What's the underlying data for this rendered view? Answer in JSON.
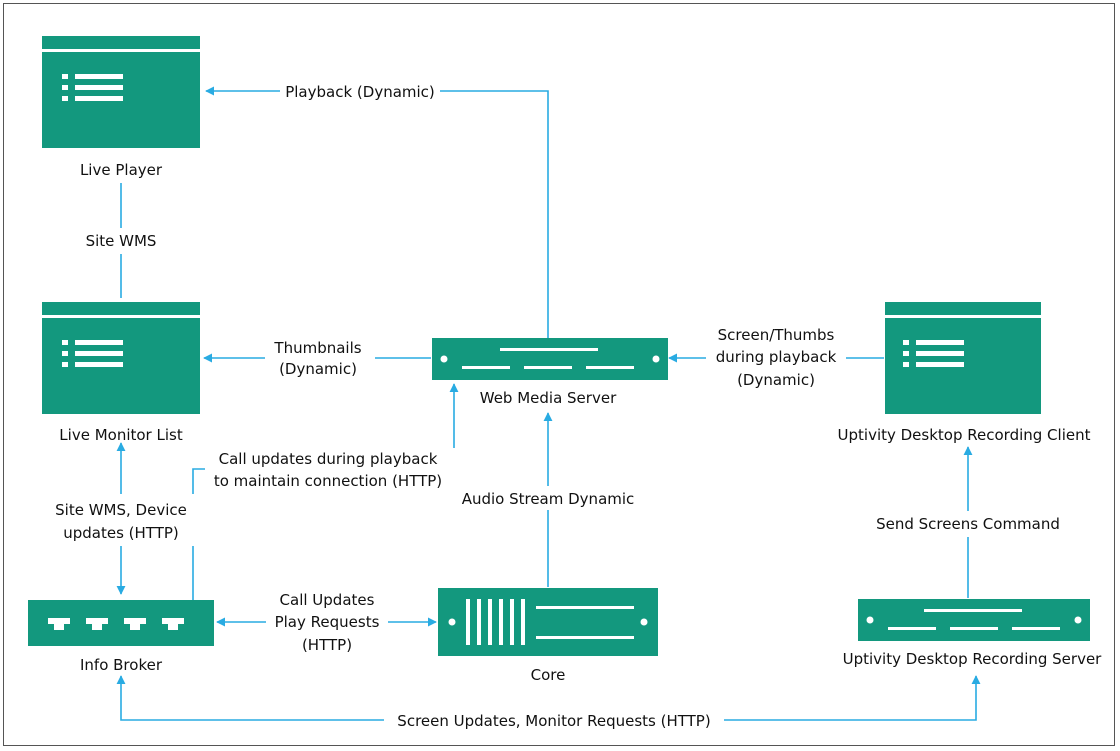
{
  "colors": {
    "node": "#13987e",
    "line": "#29abe2",
    "white": "#ffffff"
  },
  "nodes": {
    "live_player": "Live Player",
    "live_monitor_list": "Live Monitor List",
    "web_media_server": "Web Media Server",
    "info_broker": "Info Broker",
    "core": "Core",
    "recording_client": "Uptivity Desktop Recording Client",
    "recording_server": "Uptivity Desktop Recording Server"
  },
  "edges": {
    "playback": "Playback (Dynamic)",
    "site_wms": "Site WMS",
    "thumbnails_1": "Thumbnails",
    "thumbnails_2": "(Dynamic)",
    "screen_thumbs_1": "Screen/Thumbs",
    "screen_thumbs_2": "during playback",
    "screen_thumbs_3": "(Dynamic)",
    "call_updates_playback_1": "Call updates during playback",
    "call_updates_playback_2": "to maintain connection (HTTP)",
    "site_wms_device_1": "Site WMS, Device",
    "site_wms_device_2": "updates (HTTP)",
    "audio_stream": "Audio Stream Dynamic",
    "send_screens": "Send Screens Command",
    "call_updates_1": "Call Updates",
    "call_updates_2": "Play Requests",
    "call_updates_3": "(HTTP)",
    "screen_updates": "Screen Updates, Monitor Requests (HTTP)"
  }
}
